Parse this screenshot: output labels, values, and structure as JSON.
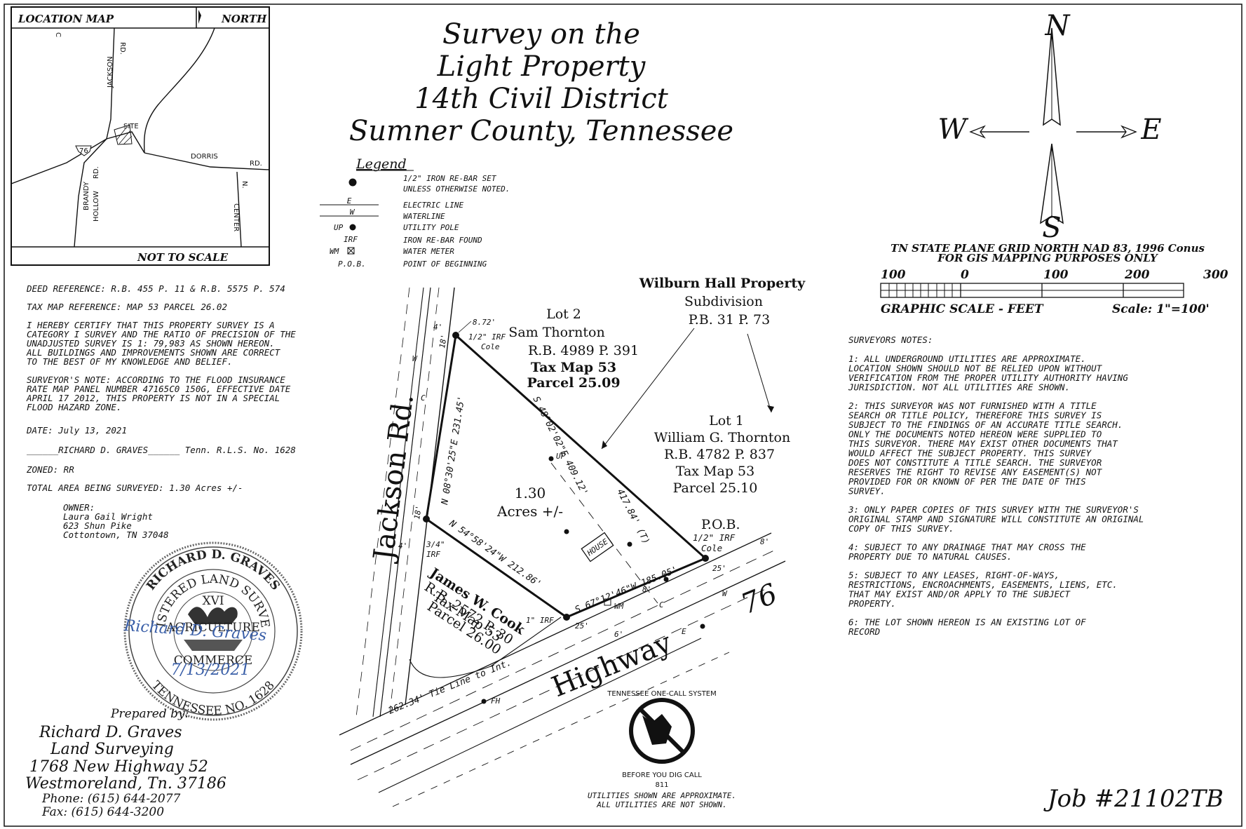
{
  "title": {
    "line1": "Survey on the",
    "line2": "Light Property",
    "line3": "14th Civil District",
    "line4": "Sumner County, Tennessee"
  },
  "location_map": {
    "header": "LOCATION MAP",
    "north": "NORTH",
    "not_to_scale": "NOT TO SCALE",
    "site": "SITE",
    "roads": {
      "jackson_rd": "RD.",
      "jackson": "JACKSON",
      "dorris": "DORRIS",
      "dorris_rd": "RD.",
      "brandy": "BRANDY",
      "hollow": "HOLLOW",
      "brandy_rd": "RD.",
      "n": "N.",
      "center": "CENTER",
      "route": "76",
      "cages": "C"
    }
  },
  "legend": {
    "title": "Legend",
    "items": [
      {
        "symbol": "",
        "text1": "1/2\" IRON RE-BAR SET",
        "text2": "UNLESS OTHERWISE NOTED."
      },
      {
        "symbol": "—E—",
        "text1": "ELECTRIC LINE",
        "text2": ""
      },
      {
        "symbol": "—W—",
        "text1": "WATERLINE",
        "text2": ""
      },
      {
        "symbol": "UP",
        "text1": "UTILITY POLE",
        "text2": ""
      },
      {
        "symbol": "IRF",
        "text1": "IRON RE-BAR FOUND",
        "text2": ""
      },
      {
        "symbol": "WM",
        "text1": "WATER METER",
        "text2": ""
      },
      {
        "symbol": "P.O.B.",
        "text1": "POINT OF BEGINNING",
        "text2": ""
      }
    ]
  },
  "compass": {
    "n": "N",
    "s": "S",
    "e": "E",
    "w": "W"
  },
  "grid_note": {
    "line1": "TN STATE PLANE GRID NORTH NAD 83, 1996 Conus",
    "line2": "FOR GIS MAPPING PURPOSES ONLY"
  },
  "scale_bar": {
    "ticks": [
      "100",
      "0",
      "100",
      "200",
      "300"
    ],
    "caption": "GRAPHIC SCALE  -  FEET",
    "scale": "Scale: 1\"=100'"
  },
  "left_notes": {
    "deed_ref": "DEED REFERENCE: R.B. 455 P. 11 & R.B. 5575 P. 574",
    "tax_map_ref": "TAX MAP REFERENCE:  MAP 53 PARCEL 26.02",
    "certify": [
      "I HEREBY CERTIFY THAT THIS PROPERTY SURVEY IS A",
      "CATEGORY I SURVEY AND THE RATIO OF PRECISION OF THE",
      "UNADJUSTED SURVEY IS 1: 79,983 AS SHOWN HEREON.",
      "ALL BUILDINGS AND IMPROVEMENTS SHOWN ARE CORRECT",
      "TO THE BEST OF MY KNOWLEDGE AND BELIEF."
    ],
    "flood": [
      "SURVEYOR'S NOTE:  ACCORDING TO THE FLOOD INSURANCE",
      "RATE MAP PANEL NUMBER 47165C0 150G, EFFECTIVE DATE",
      "APRIL 17 2012, THIS PROPERTY IS NOT IN A SPECIAL",
      "FLOOD HAZARD ZONE."
    ],
    "date": "DATE: July 13, 2021",
    "signature_line": "______RICHARD D. GRAVES______  Tenn.  R.L.S. No. 1628",
    "zoned": "ZONED: RR",
    "total_area": "TOTAL AREA BEING SURVEYED:  1.30 Acres +/-",
    "owner": [
      "OWNER:",
      "Laura Gail Wright",
      "623 Shun Pike",
      "Cottontown, TN 37048"
    ]
  },
  "seal": {
    "top": "RICHARD  D.  GRAVES",
    "inner": "REGISTERED LAND SURVEYOR",
    "roman": "XVI",
    "agri": "AGRICULTURE",
    "commerce": "COMMERCE",
    "bottom": "TENNESSEE NO. 1628",
    "signature": "Richard D. Graves",
    "sign_date": "7/13/2021"
  },
  "prepared_by": {
    "label": "Prepared by:",
    "name1": "Richard D. Graves",
    "name2": "Land Surveying",
    "address1": "1768 New Highway 52",
    "address2": "Westmoreland, Tn. 37186",
    "phone": "Phone:   (615) 644-2077",
    "fax": "Fax:   (615) 644-3200"
  },
  "surveyors_notes": {
    "header": "SURVEYORS NOTES:",
    "notes": [
      [
        "1: ALL UNDERGROUND UTILITIES ARE APPROXIMATE.",
        "LOCATION SHOWN SHOULD NOT BE RELIED UPON WITHOUT",
        "VERIFICATION FROM THE PROPER UTILITY  AUTHORITY HAVING",
        "JURISDICTION. NOT ALL UTILITIES ARE SHOWN."
      ],
      [
        "2: THIS SURVEYOR WAS NOT FURNISHED WITH A TITLE",
        "SEARCH OR TITLE POLICY, THEREFORE THIS SURVEY IS",
        "SUBJECT TO THE FINDINGS OF AN ACCURATE TITLE SEARCH.",
        "ONLY THE DOCUMENTS NOTED HEREON WERE SUPPLIED TO",
        "THIS SURVEYOR. THERE MAY EXIST OTHER DOCUMENTS THAT",
        "WOULD AFFECT THE SUBJECT PROPERTY. THIS SURVEY",
        "DOES NOT CONSTITUTE A TITLE SEARCH. THE SURVEYOR",
        "RESERVES THE RIGHT TO REVISE ANY EASEMENT(S) NOT",
        "PROVIDED FOR OR KNOWN OF PER THE DATE OF THIS",
        "SURVEY."
      ],
      [
        "3: ONLY PAPER COPIES OF THIS SURVEY WITH THE SURVEYOR'S",
        "ORIGINAL STAMP AND SIGNATURE WILL CONSTITUTE AN ORIGINAL",
        "COPY OF THIS SURVEY."
      ],
      [
        "4: SUBJECT TO ANY DRAINAGE THAT MAY CROSS THE",
        "PROPERTY DUE TO NATURAL CAUSES."
      ],
      [
        "5: SUBJECT TO ANY LEASES, RIGHT-OF-WAYS,",
        "RESTRICTIONS, ENCROACHMENTS, EASEMENTS, LIENS, ETC.",
        "THAT MAY EXIST AND/OR APPLY TO THE SUBJECT",
        "PROPERTY."
      ],
      [
        "6: THE LOT SHOWN HEREON IS AN EXISTING LOT OF",
        "RECORD"
      ]
    ]
  },
  "plat": {
    "wilburn": [
      "Wilburn Hall Property",
      "Subdivision",
      "P.B. 31  P. 73"
    ],
    "lot2": [
      "Lot 2",
      "Sam Thornton",
      "R.B. 4989 P. 391",
      "Tax Map 53",
      "Parcel 25.09"
    ],
    "lot1": [
      "Lot 1",
      "William G. Thornton",
      "R.B. 4782 P. 837",
      "Tax Map 53",
      "Parcel 25.10"
    ],
    "cook": [
      "James W. Cook",
      "R.B. 2572 P. 30",
      "Tax Map 53",
      "Parcel 26.00"
    ],
    "area": [
      "1.30",
      "Acres +/-"
    ],
    "house": "HOUSE",
    "jackson_rd": "Jackson Rd.",
    "highway": "Highway",
    "route": "76",
    "bearings": {
      "north_side": "N 08°30'25\"E  231.45'",
      "ne_side": "S 48°02'02\"E  409.12'",
      "ne_tie": "417.84' (T)",
      "south_side": "S 67°12'46\"W 185.05'",
      "west_side": "N 54°58'24\"W  212.86'",
      "tie_line": "262.34' Tie Line to Int."
    },
    "labels": {
      "dim_872": "8.72'",
      "irf_top": "1/2\" IRF",
      "cole_top": "Cole",
      "pob": "P.O.B.",
      "irf_pob": "1/2\" IRF",
      "cole_pob": "Cole",
      "irf_34": "3/4\"",
      "irf_34b": "IRF",
      "irf_1": "1\" IRF",
      "d18a": "18'",
      "d18b": "18'",
      "d25a": "25'",
      "d25b": "25'",
      "d4a": "4'",
      "d4b": "4'",
      "d8a": "8'",
      "d8b": "8'",
      "d6": "6'",
      "wm": "WM",
      "up": "UP",
      "fh": "FH",
      "w": "W",
      "e": "E",
      "cl": "C"
    }
  },
  "one_call": {
    "title": "TENNESSEE ONE-CALL SYSTEM",
    "before": "BEFORE YOU DIG CALL",
    "number": "811",
    "note1": "UTILITIES SHOWN ARE APPROXIMATE.",
    "note2": "ALL UTILITIES ARE NOT SHOWN."
  },
  "job": "Job #21102TB"
}
